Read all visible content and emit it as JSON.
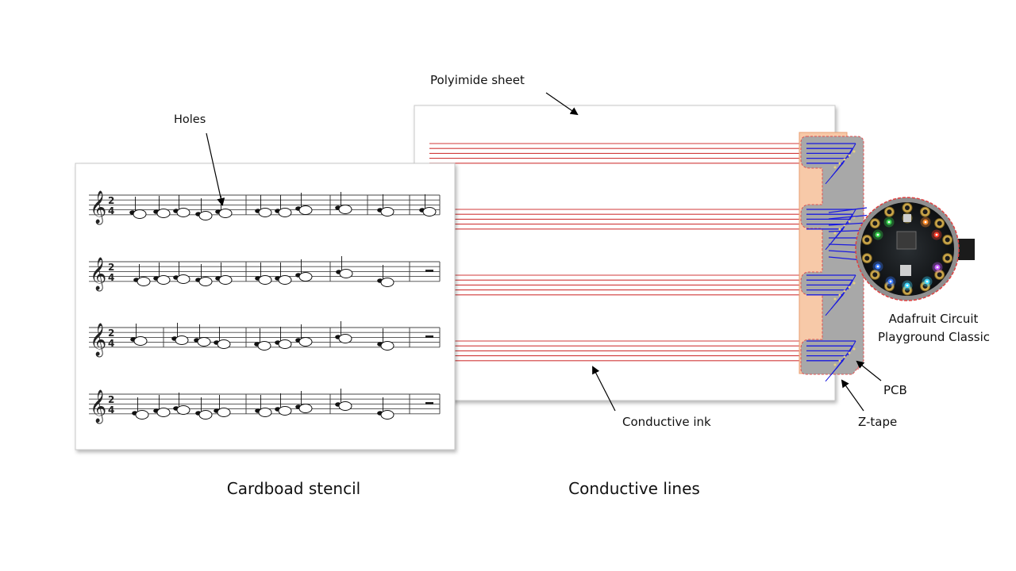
{
  "labels": {
    "holes": "Holes",
    "polyimide_sheet": "Polyimide sheet",
    "conductive_ink": "Conductive ink",
    "pcb": "PCB",
    "z_tape": "Z-tape",
    "board_line1": "Adafruit Circuit",
    "board_line2": "Playground Classic",
    "stencil_caption": "Cardboad stencil",
    "lines_caption": "Conductive lines"
  },
  "music": {
    "time_signature_top": "2",
    "time_signature_bottom": "4",
    "staff_count": 4,
    "clef": "treble"
  },
  "colors": {
    "ink_line": "#d03a3a",
    "pcb_trace": "#1a1adf",
    "z_tape": "#f7c9a8",
    "pcb": "#a8a8a8",
    "board_led_colors": [
      "#35d14a",
      "#ffd94a",
      "#ff8c2a",
      "#ff3b2a",
      "#c55cff",
      "#3a7bff",
      "#3fd8ff",
      "#ffffff"
    ]
  }
}
